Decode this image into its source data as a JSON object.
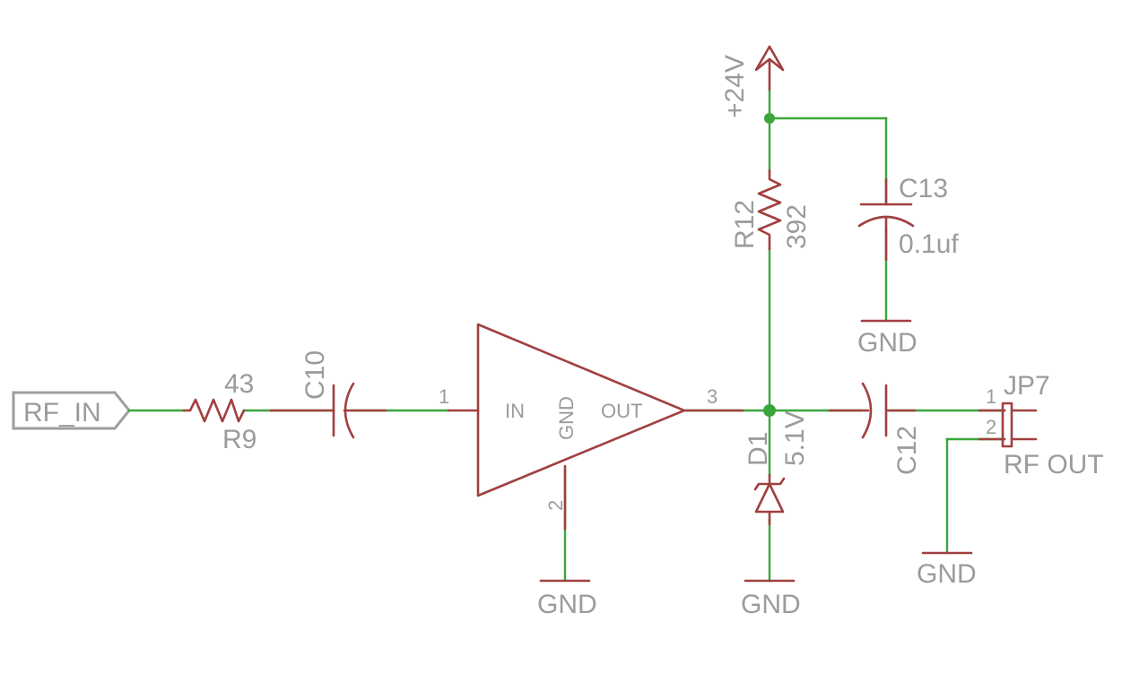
{
  "ports": {
    "rf_in": "RF_IN"
  },
  "resistors": {
    "r9": {
      "ref": "R9",
      "value": "43"
    },
    "r12": {
      "ref": "R12",
      "value": "392"
    }
  },
  "capacitors": {
    "c10": {
      "ref": "C10"
    },
    "c12": {
      "ref": "C12"
    },
    "c13": {
      "ref": "C13",
      "value": "0.1uf"
    }
  },
  "amplifier": {
    "in_label": "IN",
    "gnd_label": "GND",
    "out_label": "OUT",
    "pin_in": "1",
    "pin_gnd": "2",
    "pin_out": "3"
  },
  "diode": {
    "ref": "D1",
    "value": "5.1V"
  },
  "connector": {
    "ref": "JP7",
    "value": "RF OUT",
    "pin1": "1",
    "pin2": "2"
  },
  "power": {
    "supply": "+24V",
    "ground": "GND"
  },
  "colors": {
    "wire": "#3aa63a",
    "symbol": "#a0403f",
    "label": "#9b9b9b"
  }
}
